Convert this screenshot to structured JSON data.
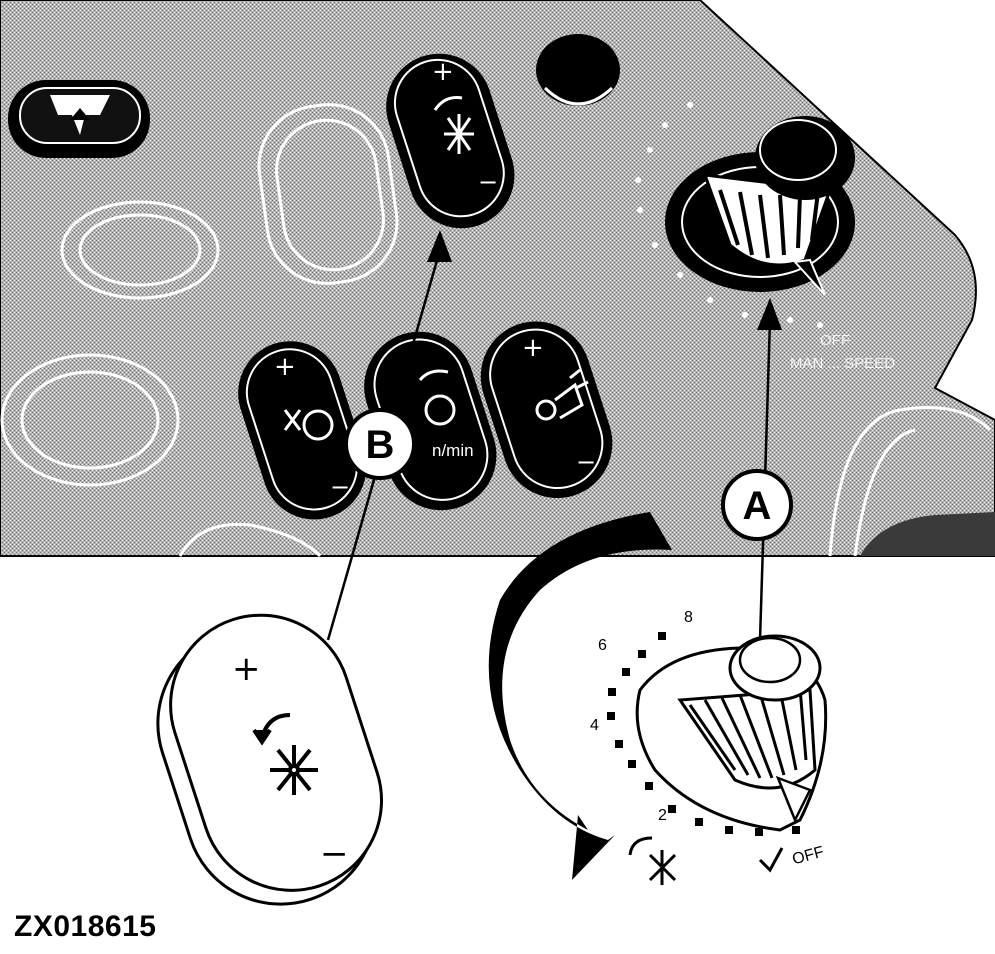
{
  "figure_id": "ZX018615",
  "callouts": {
    "a": "A",
    "b": "B"
  },
  "switch_symbols": {
    "plus": "+",
    "minus": "−"
  },
  "panel_switch_labels": {
    "engine_speed_unit": "n/min"
  },
  "dial": {
    "scale_labels": [
      "8",
      "6",
      "4",
      "2"
    ],
    "off_label": "OFF"
  },
  "panel_text_faint": {
    "bottom_right": [
      "OFF",
      "MAN ... SPEED"
    ]
  }
}
